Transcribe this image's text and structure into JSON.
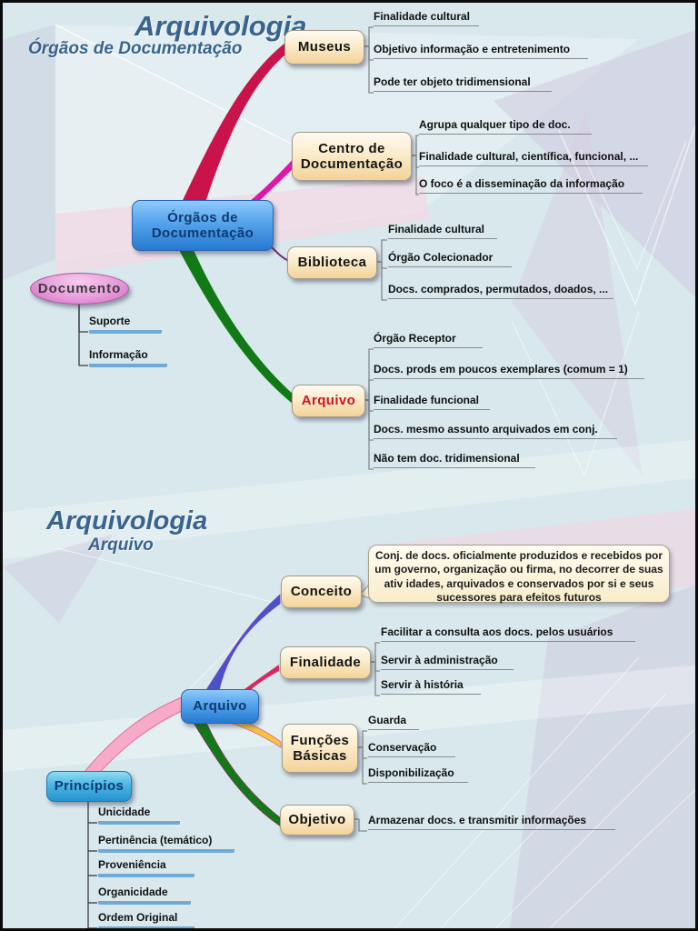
{
  "colors": {
    "background": "#d8e8ec",
    "title_text": "#39648e",
    "branch_museus": "#c9134a",
    "branch_centro": "#df17a7",
    "branch_biblioteca": "#7a2a7a",
    "branch_arquivo": "#117a16",
    "branch_conceito": "#4a52c8",
    "branch_finalidade": "#d82862",
    "branch_funcoes": "#f4c43e",
    "branch_objetivo": "#117a16",
    "branch_principios": "#f8abc8",
    "node_tan": "#f6dfae",
    "node_blue": "#3f97e8",
    "node_cyan": "#3fb4e0",
    "node_pink_ellipse": "#e394d9",
    "arquivo_label_red": "#cf1220",
    "blue_underline": "#6fa9d6"
  },
  "map1": {
    "title": "Arquivologia",
    "subtitle": "Órgãos de Documentação",
    "root": "Órgãos de Documentação",
    "museus": {
      "label": "Museus",
      "items": [
        "Finalidade cultural",
        "Objetivo informação e entretenimento",
        "Pode ter objeto tridimensional"
      ]
    },
    "centro": {
      "label": "Centro de Documentação",
      "items": [
        "Agrupa qualquer tipo de doc.",
        "Finalidade cultural, científica, funcional, ...",
        "O foco é a disseminação da informação"
      ]
    },
    "biblioteca": {
      "label": "Biblioteca",
      "items": [
        "Finalidade cultural",
        "Órgão Colecionador",
        "Docs. comprados, permutados, doados, ..."
      ]
    },
    "arquivo": {
      "label": "Arquivo",
      "items": [
        "Órgão Receptor",
        "Docs. prods em poucos exemplares (comum = 1)",
        "Finalidade funcional",
        "Docs. mesmo assunto arquivados em conj.",
        "Não tem doc. tridimensional"
      ]
    },
    "documento": {
      "label": "Documento",
      "items": [
        "Suporte",
        "Informação"
      ]
    }
  },
  "map2": {
    "title": "Arquivologia",
    "subtitle": "Arquivo",
    "root": "Arquivo",
    "conceito": {
      "label": "Conceito",
      "callout": "Conj. de docs. oficialmente produzidos e recebidos por um governo, organização ou firma, no decorrer de suas ativ idades, arquivados e conservados por si e seus sucessores para efeitos futuros"
    },
    "finalidade": {
      "label": "Finalidade",
      "items": [
        "Facilitar a consulta aos docs. pelos usuários",
        "Servir à administração",
        "Servir à história"
      ]
    },
    "funcoes": {
      "label": "Funções Básicas",
      "items": [
        "Guarda",
        "Conservação",
        "Disponibilização"
      ]
    },
    "objetivo": {
      "label": "Objetivo",
      "items": [
        "Armazenar docs. e transmitir informações"
      ]
    },
    "principios": {
      "label": "Princípios",
      "items": [
        "Unicidade",
        "Pertinência (temático)",
        "Proveniência",
        "Organicidade",
        "Ordem Original"
      ]
    }
  }
}
